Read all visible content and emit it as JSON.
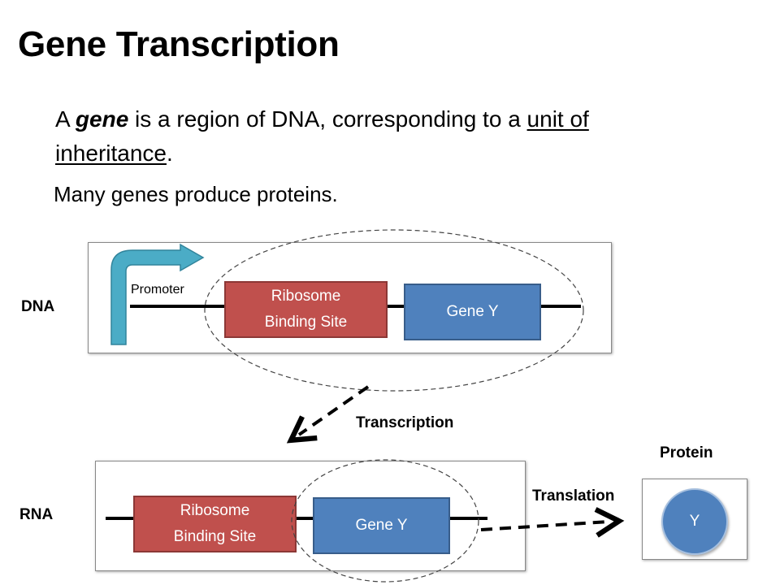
{
  "slide": {
    "title": "Gene Transcription",
    "definition": {
      "part1": "A ",
      "gene_word": "gene",
      "part2": " is a region of DNA, corresponding to a ",
      "underlined": "unit of inheritance",
      "part3": "."
    },
    "subtitle": "Many genes produce proteins."
  },
  "dna": {
    "label": "DNA",
    "promoter_label": "Promoter",
    "rbs_line1": "Ribosome",
    "rbs_line2": "Binding Site",
    "gene_label": "Gene Y"
  },
  "transcription_label": "Transcription",
  "rna": {
    "label": "RNA",
    "rbs_line1": "Ribosome",
    "rbs_line2": "Binding Site",
    "gene_label": "Gene Y"
  },
  "translation_label": "Translation",
  "protein": {
    "label": "Protein",
    "circle_label": "Y"
  },
  "colors": {
    "rbs": "#c0504d",
    "gene": "#4f81bd",
    "promoter_arrow": "#4bacc6"
  }
}
